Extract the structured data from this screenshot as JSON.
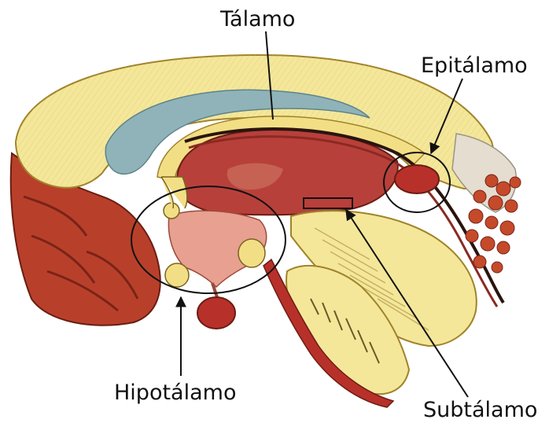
{
  "labels": {
    "thalamus": "Tálamo",
    "epithalamus": "Epitálamo",
    "hypothalamus": "Hipotálamo",
    "subthalamus": "Subtálamo"
  },
  "colors": {
    "cortex_yellow": "#f4e79a",
    "ventricle_blue": "#8fb3b8",
    "thalamus_red": "#b8403a",
    "dark_red": "#8a2a22",
    "brainstem_orange": "#c85a2a",
    "hypothalamus_pink": "#e8a090",
    "outline": "#111111"
  },
  "icons": [
    "arrow-icon"
  ]
}
